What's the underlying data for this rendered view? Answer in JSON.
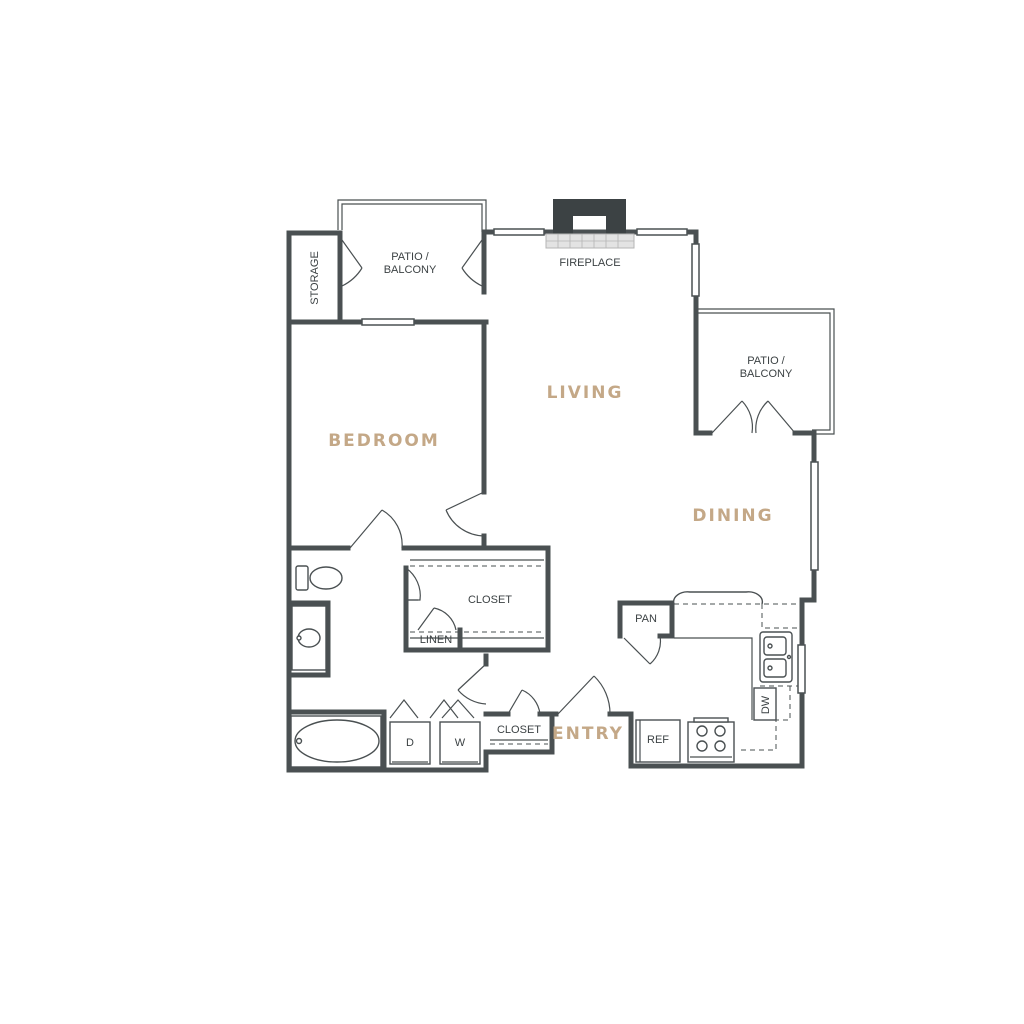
{
  "colors": {
    "wall": "#4a5052",
    "room_label": "#c4a887",
    "fireplace": "#3c4244",
    "hearth": "#d9d9d9"
  },
  "rooms": {
    "living": "LIVING",
    "bedroom": "BEDROOM",
    "dining": "DINING",
    "entry": "ENTRY"
  },
  "labels": {
    "fireplace": "FIREPLACE",
    "storage": "STORAGE",
    "patio_left_1": "PATIO /",
    "patio_left_2": "BALCONY",
    "patio_right_1": "PATIO /",
    "patio_right_2": "BALCONY",
    "closet_bedroom": "CLOSET",
    "linen": "LINEN",
    "closet_entry": "CLOSET",
    "pan": "PAN",
    "dw": "DW",
    "ref": "REF",
    "dryer": "D",
    "washer": "W"
  }
}
